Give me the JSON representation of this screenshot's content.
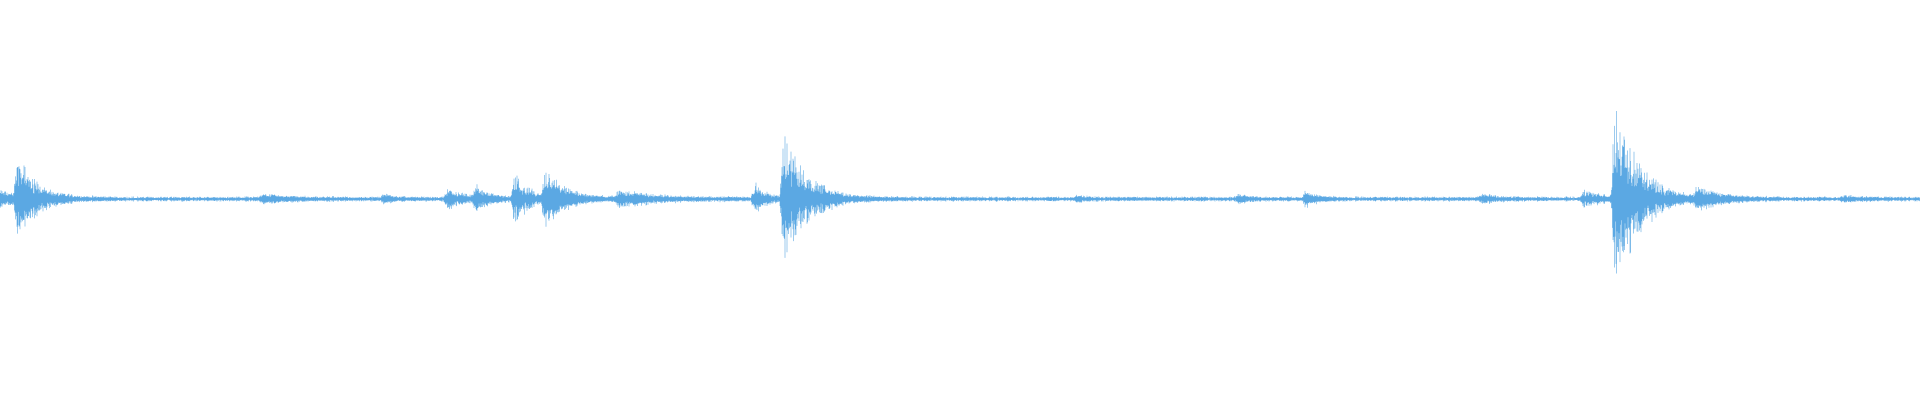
{
  "waveform": {
    "color": "#5BA8E3",
    "background": "#ffffff",
    "baseline_noise": 0.012,
    "events": [
      {
        "t": 0.0,
        "amp": 0.06,
        "decay": 0.012
      },
      {
        "t": 0.009,
        "amp": 0.3,
        "decay": 0.01
      },
      {
        "t": 0.137,
        "amp": 0.03,
        "decay": 0.015
      },
      {
        "t": 0.2,
        "amp": 0.03,
        "decay": 0.006
      },
      {
        "t": 0.233,
        "amp": 0.08,
        "decay": 0.008
      },
      {
        "t": 0.248,
        "amp": 0.1,
        "decay": 0.006
      },
      {
        "t": 0.268,
        "amp": 0.18,
        "decay": 0.008
      },
      {
        "t": 0.284,
        "amp": 0.22,
        "decay": 0.01
      },
      {
        "t": 0.322,
        "amp": 0.06,
        "decay": 0.02
      },
      {
        "t": 0.393,
        "amp": 0.12,
        "decay": 0.006
      },
      {
        "t": 0.408,
        "amp": 0.5,
        "decay": 0.012
      },
      {
        "t": 0.561,
        "amp": 0.03,
        "decay": 0.004
      },
      {
        "t": 0.645,
        "amp": 0.03,
        "decay": 0.006
      },
      {
        "t": 0.68,
        "amp": 0.06,
        "decay": 0.006
      },
      {
        "t": 0.772,
        "amp": 0.03,
        "decay": 0.008
      },
      {
        "t": 0.825,
        "amp": 0.06,
        "decay": 0.01
      },
      {
        "t": 0.841,
        "amp": 0.75,
        "decay": 0.012
      },
      {
        "t": 0.884,
        "amp": 0.08,
        "decay": 0.012
      },
      {
        "t": 0.96,
        "amp": 0.02,
        "decay": 0.01
      }
    ]
  }
}
